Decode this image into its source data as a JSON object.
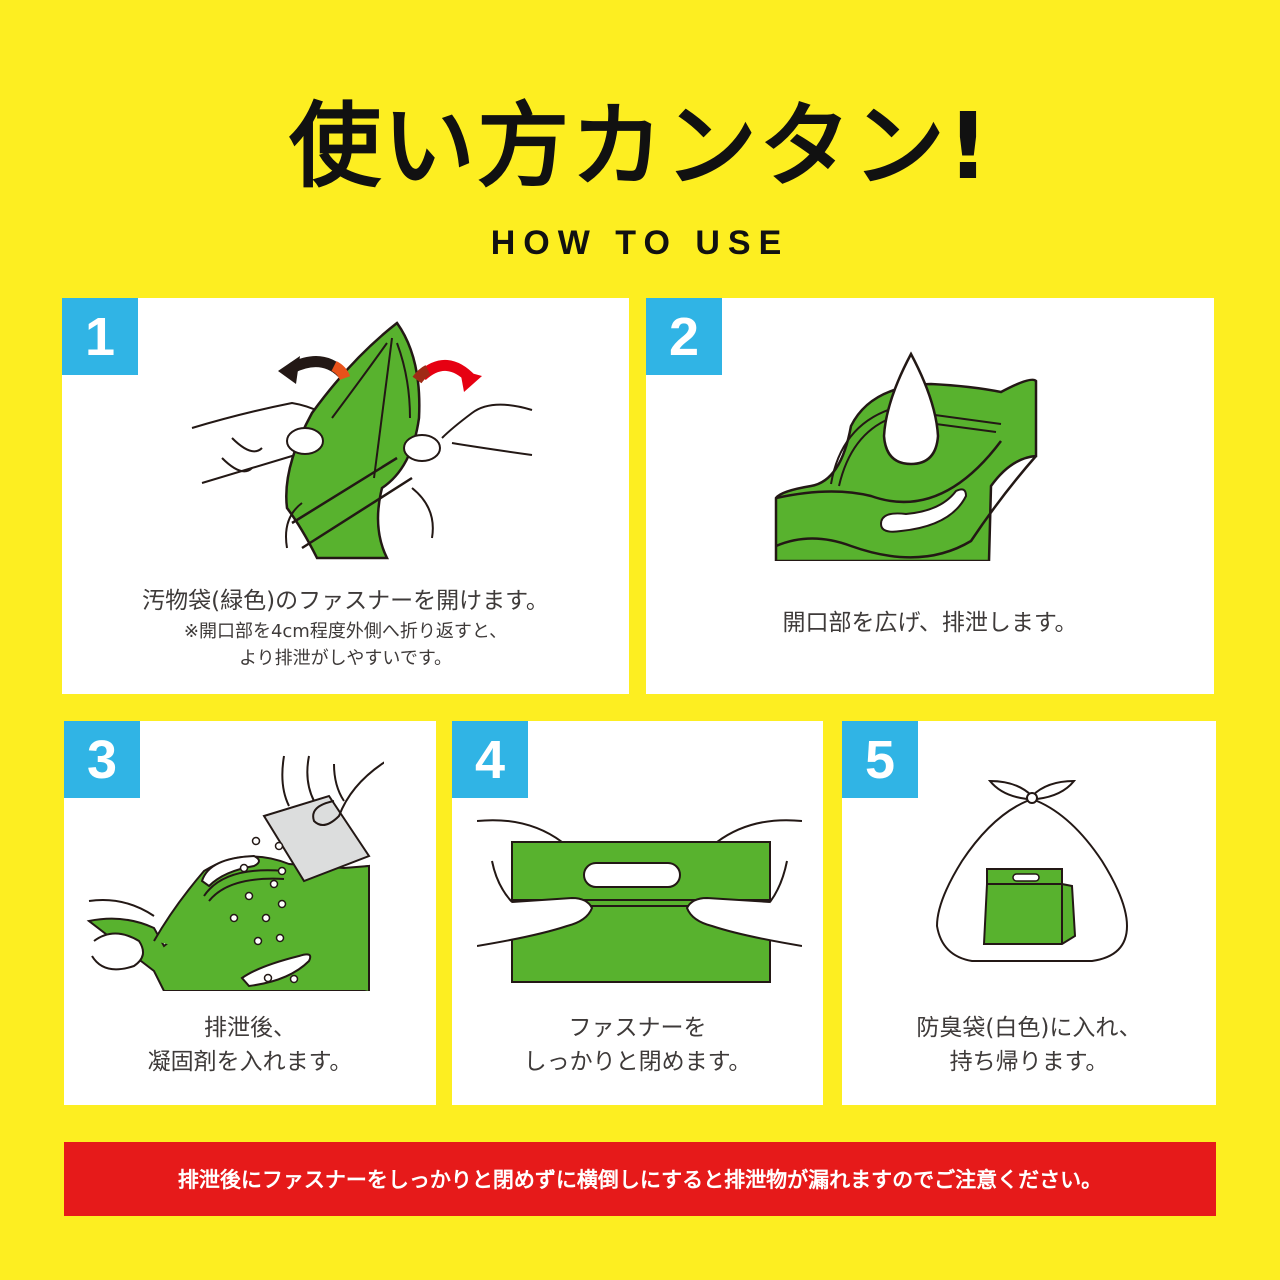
{
  "header": {
    "title": "使い方カンタン!",
    "subtitle": "HOW TO USE"
  },
  "colors": {
    "background": "#fdee21",
    "badge": "#30b4e5",
    "bag_green": "#58b22e",
    "warning_red": "#e61a1a",
    "arrow_black": "#231815",
    "arrow_red": "#e60012",
    "text": "#3e3a39"
  },
  "steps": [
    {
      "number": "1",
      "illustration": "hands-opening-green-bag-zipper",
      "caption_main": "汚物袋(緑色)のファスナーを開けます。",
      "caption_note_1": "※開口部を4cm程度外側へ折り返すと、",
      "caption_note_2": "より排泄がしやすいです。"
    },
    {
      "number": "2",
      "illustration": "liquid-drop-into-open-bag",
      "caption_line_1": "開口部を広げ、排泄します。"
    },
    {
      "number": "3",
      "illustration": "pouring-coagulant-into-bag",
      "caption_line_1": "排泄後、",
      "caption_line_2": "凝固剤を入れます。"
    },
    {
      "number": "4",
      "illustration": "hands-closing-zipper",
      "caption_line_1": "ファスナーを",
      "caption_line_2": "しっかりと閉めます。"
    },
    {
      "number": "5",
      "illustration": "green-bag-inside-tied-white-bag",
      "caption_line_1": "防臭袋(白色)に入れ、",
      "caption_line_2": "持ち帰ります。"
    }
  ],
  "warning": {
    "text": "排泄後にファスナーをしっかりと閉めずに横倒しにすると排泄物が漏れますのでご注意ください。"
  }
}
